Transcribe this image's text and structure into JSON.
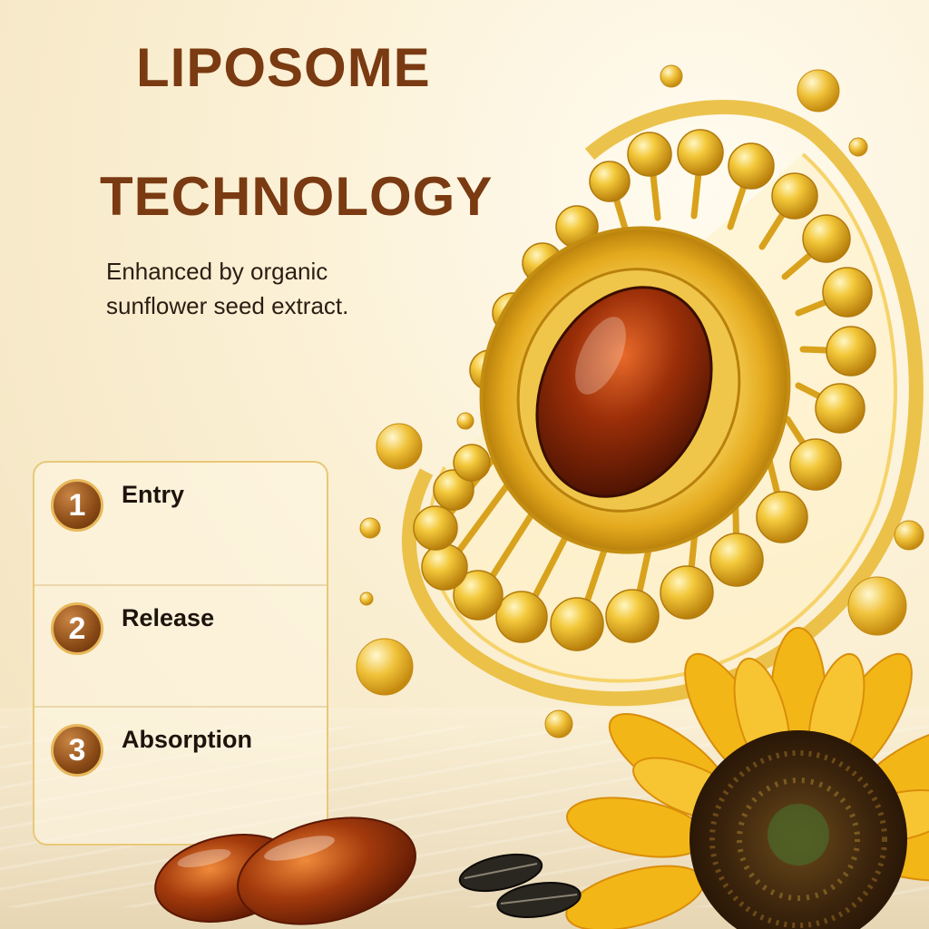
{
  "heading": {
    "line1": "LIPOSOME",
    "line2": "TECHNOLOGY"
  },
  "subtitle": "Enhanced by organic sunflower seed extract.",
  "steps": [
    {
      "number": "1",
      "label": "Entry"
    },
    {
      "number": "2",
      "label": "Release"
    },
    {
      "number": "3",
      "label": "Absorption"
    }
  ],
  "colors": {
    "heading": "#7a3a12",
    "badge": "#8a4a16",
    "gold": "#e8b830",
    "softgel": "#8a2a08",
    "sunflower_petal": "#f3b617",
    "sunflower_center": "#3e260f"
  },
  "icons": [
    "liposome-illustration",
    "softgel-capsule-icon",
    "sunflower-icon",
    "sunflower-seed-icon",
    "oil-droplet-icon"
  ]
}
